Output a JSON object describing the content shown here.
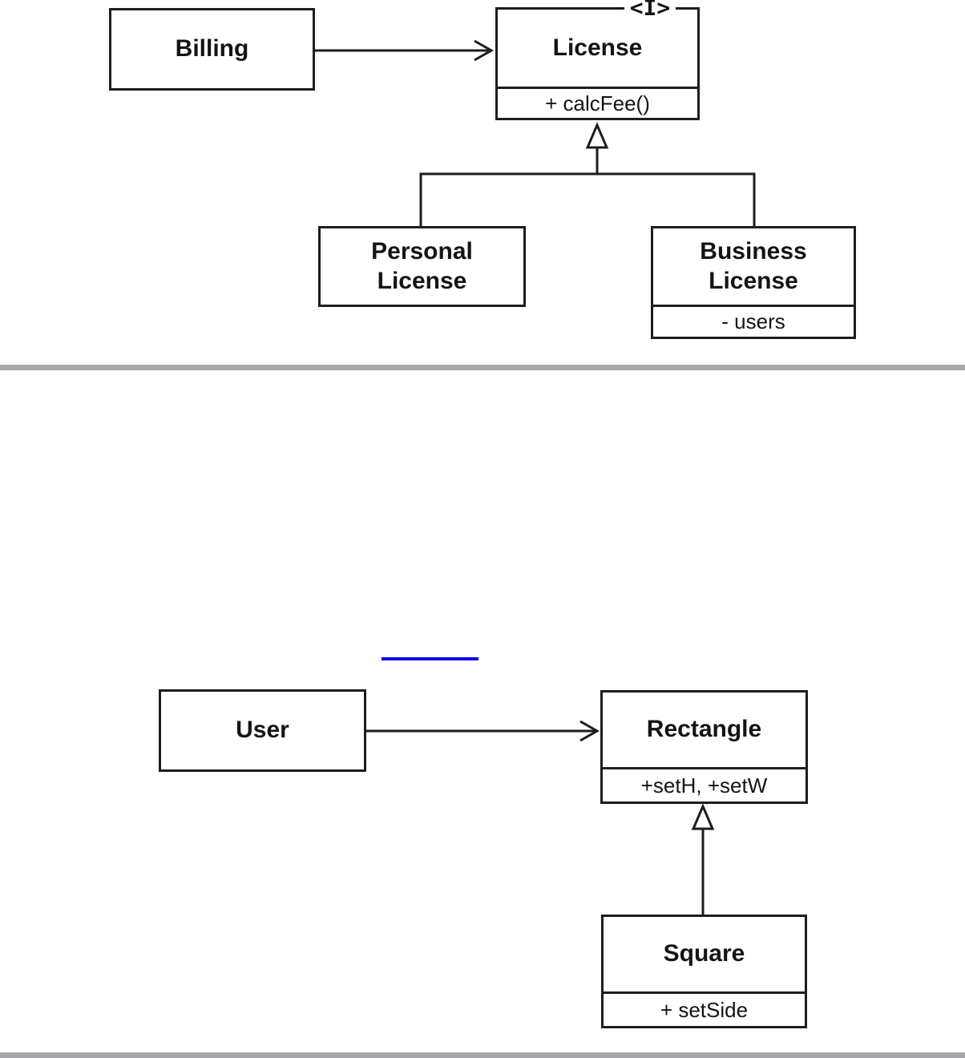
{
  "colors": {
    "line_black": "#1d1d1d",
    "box_fill": "#ffffff",
    "divider_gray": "#a8a8ab",
    "link_blue": "#0b00ee"
  },
  "diagram1": {
    "billing": {
      "name": "Billing"
    },
    "license": {
      "stereotype": "<I>",
      "name": "License",
      "operations": "+ calcFee()"
    },
    "personal": {
      "name": "Personal License"
    },
    "business": {
      "name": "Business License",
      "attributes": "- users"
    },
    "relationships": [
      {
        "from": "Billing",
        "to": "License",
        "type": "association-arrow"
      },
      {
        "from": "Personal License",
        "to": "License",
        "type": "generalization"
      },
      {
        "from": "Business License",
        "to": "License",
        "type": "generalization"
      }
    ]
  },
  "diagram2": {
    "link_text": "",
    "user": {
      "name": "User"
    },
    "rectangle": {
      "name": "Rectangle",
      "operations": "+setH, +setW"
    },
    "square": {
      "name": "Square",
      "operations": "+ setSide"
    },
    "relationships": [
      {
        "from": "User",
        "to": "Rectangle",
        "type": "association-arrow"
      },
      {
        "from": "Square",
        "to": "Rectangle",
        "type": "generalization"
      }
    ]
  }
}
